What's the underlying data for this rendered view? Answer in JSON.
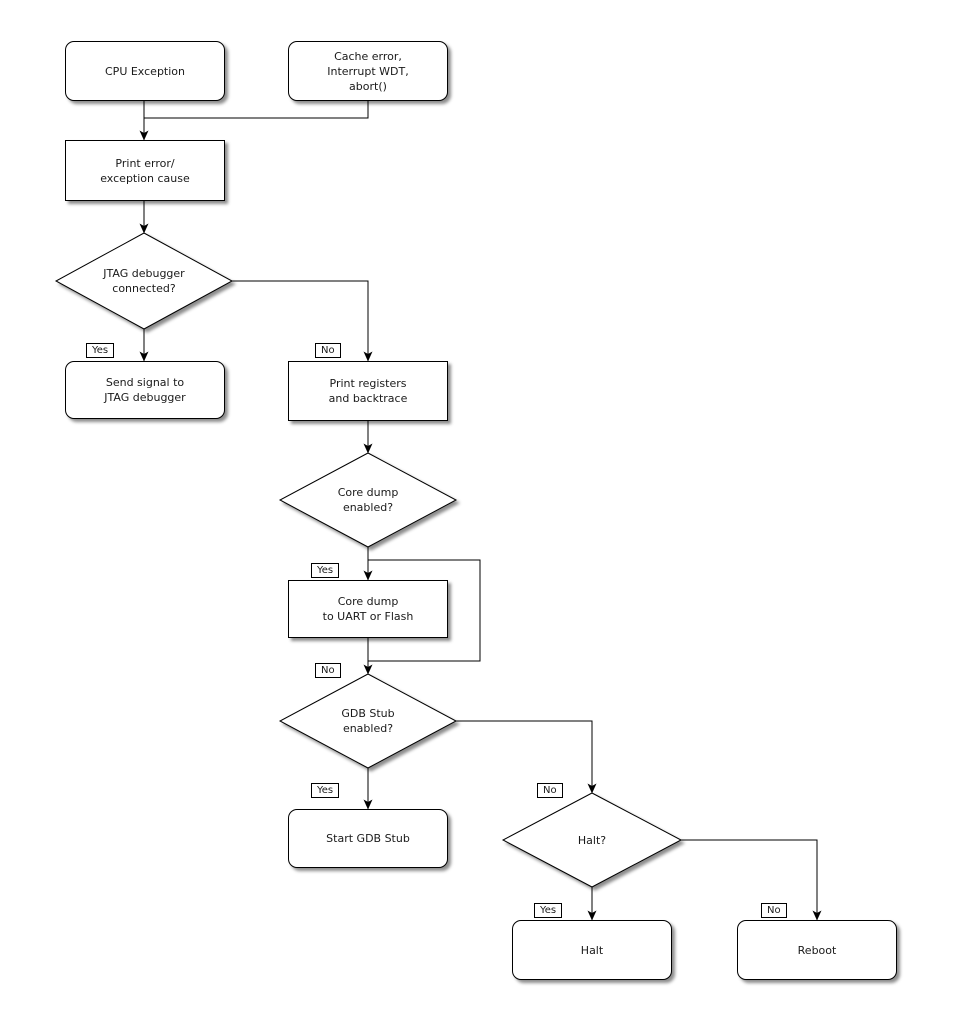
{
  "colors": {
    "background": "#ffffff",
    "node_fill": "#ffffff",
    "stroke": "#000000"
  },
  "nodes": {
    "cpu": {
      "label": "CPU Exception"
    },
    "cache": {
      "label": "Cache error,\nInterrupt WDT,\nabort()"
    },
    "print_error": {
      "label": "Print error/\nexception cause"
    },
    "jtag_q": {
      "label": "JTAG debugger\nconnected?"
    },
    "send_signal": {
      "label": "Send signal to\nJTAG debugger"
    },
    "print_registers": {
      "label": "Print registers\nand backtrace"
    },
    "core_dump_q": {
      "label": "Core dump\nenabled?"
    },
    "core_dump": {
      "label": "Core dump\nto UART or Flash"
    },
    "gdb_q": {
      "label": "GDB Stub\nenabled?"
    },
    "gdb_stub": {
      "label": "Start GDB Stub"
    },
    "halt_q": {
      "label": "Halt?"
    },
    "halt": {
      "label": "Halt"
    },
    "reboot": {
      "label": "Reboot"
    }
  },
  "edge_labels": {
    "jtag_yes": "Yes",
    "jtag_no": "No",
    "core_dump_yes": "Yes",
    "core_dump_no": "No",
    "gdb_yes": "Yes",
    "gdb_no": "No",
    "halt_yes": "Yes",
    "halt_no": "No"
  }
}
